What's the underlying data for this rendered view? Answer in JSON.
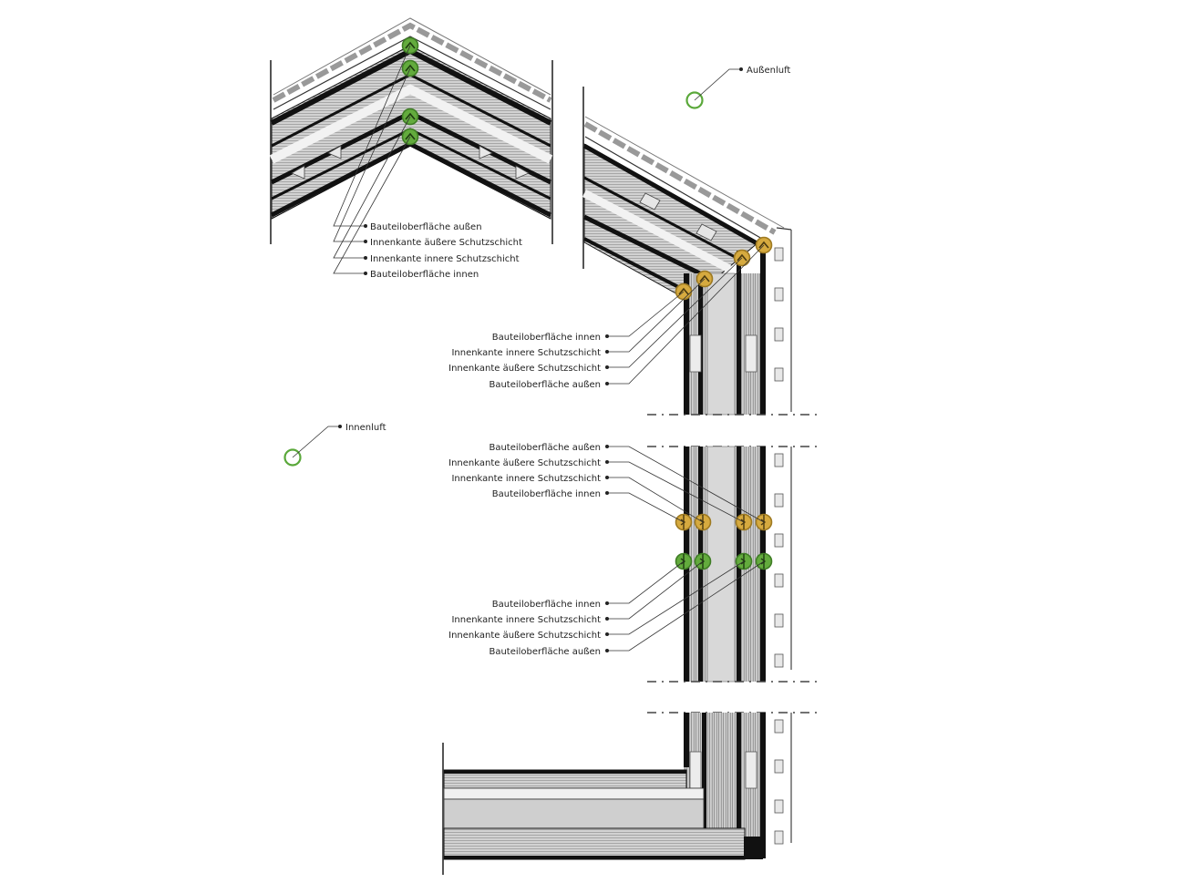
{
  "colors": {
    "outer_air_ring": "#5aa83a",
    "inner_air_ring": "#5aa83a",
    "green_marker": "#63ab3d",
    "yellow_marker": "#d6aa3f",
    "layer_dark": "#111111",
    "layer_grey": "#cfcfcf",
    "layer_light": "#e6e6e6"
  },
  "ambient": {
    "outside_air": "Außenluft",
    "inside_air": "Innenluft"
  },
  "roof_ridge_labels": [
    "Bauteiloberfläche außen",
    "Innenkante äußere Schutzschicht",
    "Innenkante innere Schutzschicht",
    "Bauteiloberfläche innen"
  ],
  "eave_labels": [
    "Bauteiloberfläche innen",
    "Innenkante innere Schutzschicht",
    "Innenkante äußere Schutzschicht",
    "Bauteiloberfläche außen"
  ],
  "wall_yellow_labels": [
    "Bauteiloberfläche außen",
    "Innenkante äußere Schutzschicht",
    "Innenkante innere Schutzschicht",
    "Bauteiloberfläche innen"
  ],
  "wall_green_labels": [
    "Bauteiloberfläche innen",
    "Innenkante innere Schutzschicht",
    "Innenkante äußere Schutzschicht",
    "Bauteiloberfläche außen"
  ],
  "icons": {
    "air_marker": "ring-icon",
    "surface_marker": "chevron-circle-icon"
  }
}
